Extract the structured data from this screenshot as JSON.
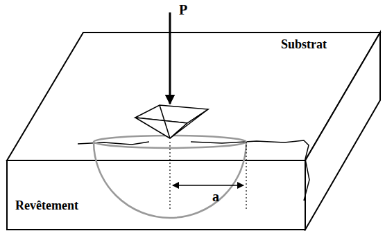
{
  "diagram": {
    "labels": [
      "P",
      "Substrat",
      "Revêtement",
      "a"
    ]
  }
}
